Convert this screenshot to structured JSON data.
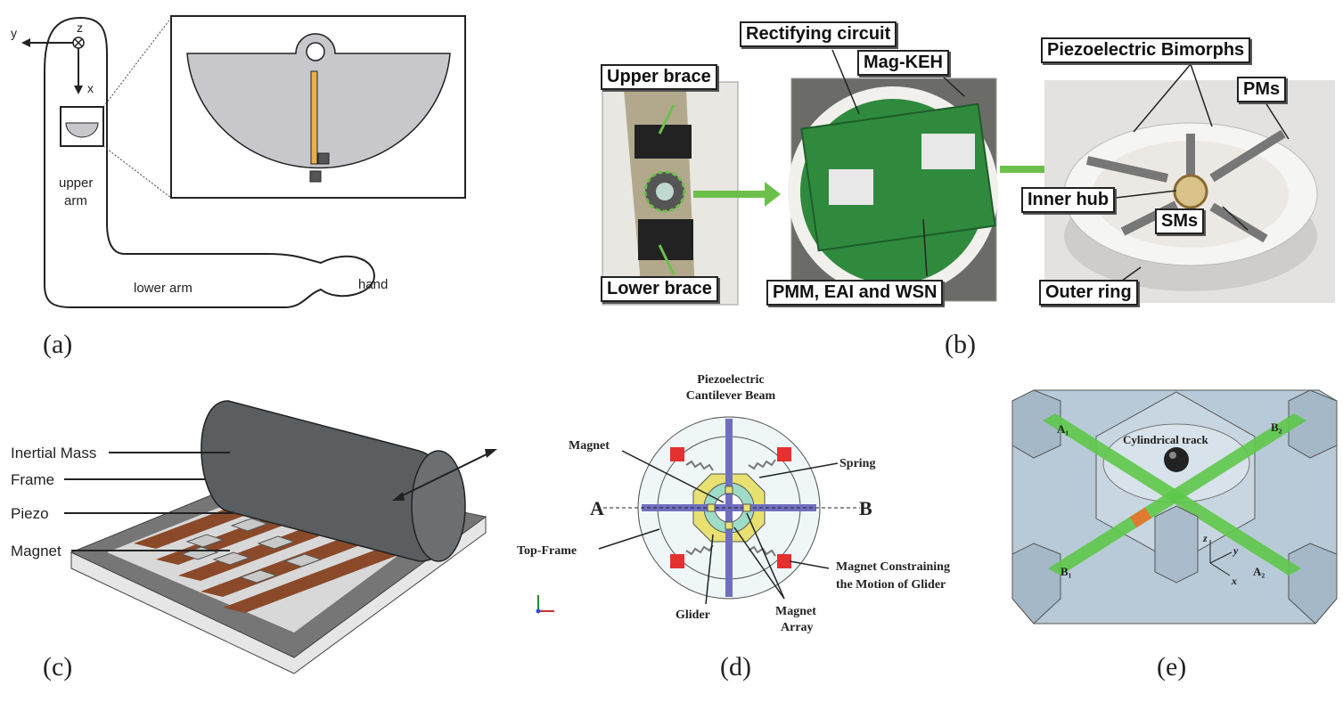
{
  "panel_a": {
    "caption": "(a)",
    "axis_z": "z",
    "axis_y": "y",
    "axis_x": "x",
    "upper_arm_1": "upper",
    "upper_arm_2": "arm",
    "lower_arm": "lower arm",
    "hand": "hand",
    "colors": {
      "device": "#c8c8cc",
      "beam": "#e8b04a"
    }
  },
  "panel_b": {
    "caption": "(b)",
    "upper_brace": "Upper brace",
    "lower_brace": "Lower brace",
    "rectifying_circuit": "Rectifying circuit",
    "mag_keh": "Mag-KEH",
    "pmm": "PMM, EAI and WSN",
    "piezo_bimorphs": "Piezoelectric Bimorphs",
    "pms": "PMs",
    "inner_hub": "Inner hub",
    "sms": "SMs",
    "outer_ring": "Outer ring",
    "colors": {
      "arrow": "#6cc04a",
      "board": "#2f8a3e"
    }
  },
  "panel_c": {
    "caption": "(c)",
    "inertial_mass": "Inertial Mass",
    "frame": "Frame",
    "piezo": "Piezo",
    "magnet": "Magnet"
  },
  "panel_d": {
    "caption": "(d)",
    "beam_1": "Piezoelectric",
    "beam_2": "Cantilever Beam",
    "magnet": "Magnet",
    "spring": "Spring",
    "a": "A",
    "b": "B",
    "top_frame": "Top-Frame",
    "constrain_1": "Magnet Constraining",
    "constrain_2": "the Motion of Glider",
    "glider": "Glider",
    "array_1": "Magnet",
    "array_2": "Array",
    "colors": {
      "beam": "#6f6fc0",
      "magnet": "#e53030",
      "glider": "#e8e070",
      "ring": "#9fdcc8"
    }
  },
  "panel_e": {
    "caption": "(e)",
    "track": "Cylindrical track",
    "a1": "A₁",
    "a2": "A₂",
    "b1": "B₁",
    "b2": "B₂",
    "z": "z",
    "y": "y",
    "x": "x",
    "colors": {
      "body": "#b8cad8",
      "strip": "#5ec84a"
    }
  }
}
